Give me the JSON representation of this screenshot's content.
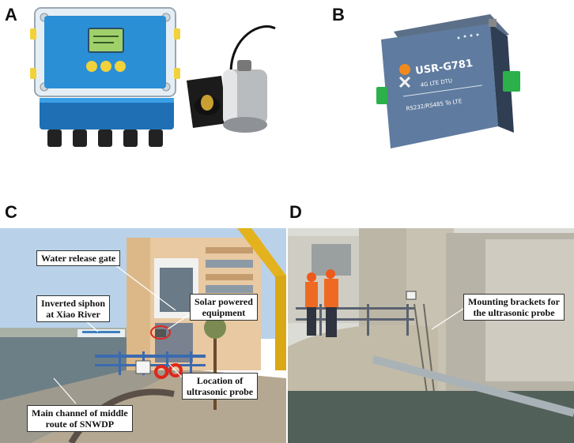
{
  "panels": {
    "a": {
      "letter": "A"
    },
    "b": {
      "letter": "B",
      "device": {
        "model": "USR-G781",
        "subtitle": "4G LTE DTU",
        "footer": "RS232/RS485 To LTE"
      }
    },
    "c": {
      "letter": "C",
      "callouts": {
        "gate": [
          "Water release gate"
        ],
        "siphon": [
          "Inverted siphon",
          "at Xiao River"
        ],
        "solar": [
          "Solar powered",
          "equipment"
        ],
        "probe": [
          "Location of",
          "ultrasonic probe"
        ],
        "channel": [
          "Main channel of middle",
          "route of SNWDP"
        ]
      }
    },
    "d": {
      "letter": "D",
      "callouts": {
        "brackets": [
          "Mounting brackets for",
          "the ultrasonic probe"
        ]
      }
    }
  },
  "colors": {
    "device_blue": "#2b8fd6",
    "device_blue_dark": "#1f6fb5",
    "button_yellow": "#f2d23a",
    "lcd_green": "#9fd06a",
    "terminal_green": "#2bb04a",
    "sky_c": "#b9d2ea",
    "sky_d": "#dcdcd6",
    "water": "#6d7f86",
    "annotation_red": "#e0261a"
  }
}
